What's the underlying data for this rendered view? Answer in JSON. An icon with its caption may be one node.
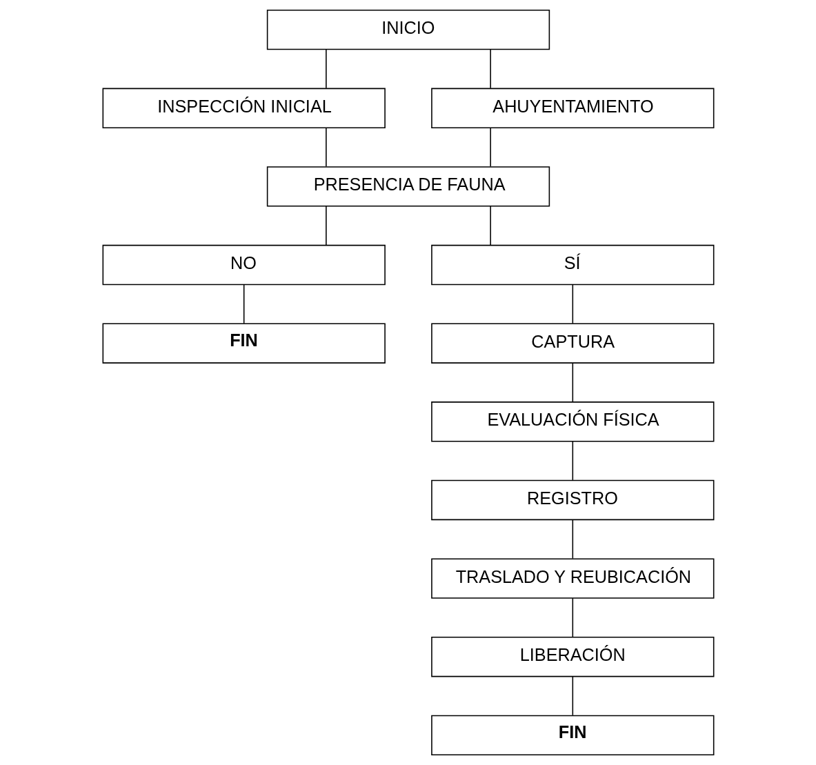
{
  "diagram": {
    "nodes": [
      {
        "text": [
          "INICIO"
        ]
      },
      {
        "text": [
          "INSPECCIÓN INICIAL"
        ]
      },
      {
        "text": [
          "AHUYENTAMIENTO"
        ]
      },
      {
        "text": [
          "PRESENCIA DE FAUNA"
        ]
      },
      {
        "text": [
          "NO"
        ]
      },
      {
        "text": [
          "FIN"
        ]
      },
      {
        "text": [
          "SÍ"
        ]
      },
      {
        "text": [
          "CAPTURA"
        ]
      },
      {
        "text": [
          "EVALUACIÓN FÍSICA"
        ]
      },
      {
        "text": [
          "REGISTRO"
        ]
      },
      {
        "text": [
          "TRASLADO Y REUBICACIÓN"
        ]
      },
      {
        "text": [
          "LIBERACIÓN"
        ]
      },
      {
        "text": [
          "FIN"
        ]
      }
    ],
    "edges": [
      {
        "from": 0,
        "to": 1,
        "arrow": "none"
      },
      {
        "from": 0,
        "to": 2,
        "arrow": "none"
      },
      {
        "from": 1,
        "to": 3,
        "arrow": "none"
      },
      {
        "from": 2,
        "to": 3,
        "arrow": "none"
      },
      {
        "from": 3,
        "to": 4,
        "arrow": "none"
      },
      {
        "from": 3,
        "to": 6,
        "arrow": "none"
      },
      {
        "from": 4,
        "to": 5,
        "arrow": "none"
      },
      {
        "from": 6,
        "to": 7,
        "arrow": "none"
      },
      {
        "from": 7,
        "to": 8,
        "arrow": "none"
      },
      {
        "from": 8,
        "to": 9,
        "arrow": "none"
      },
      {
        "from": 9,
        "to": 10,
        "arrow": "none"
      },
      {
        "from": 10,
        "to": 11,
        "arrow": "none"
      },
      {
        "from": 11,
        "to": 12,
        "arrow": "none"
      }
    ]
  }
}
